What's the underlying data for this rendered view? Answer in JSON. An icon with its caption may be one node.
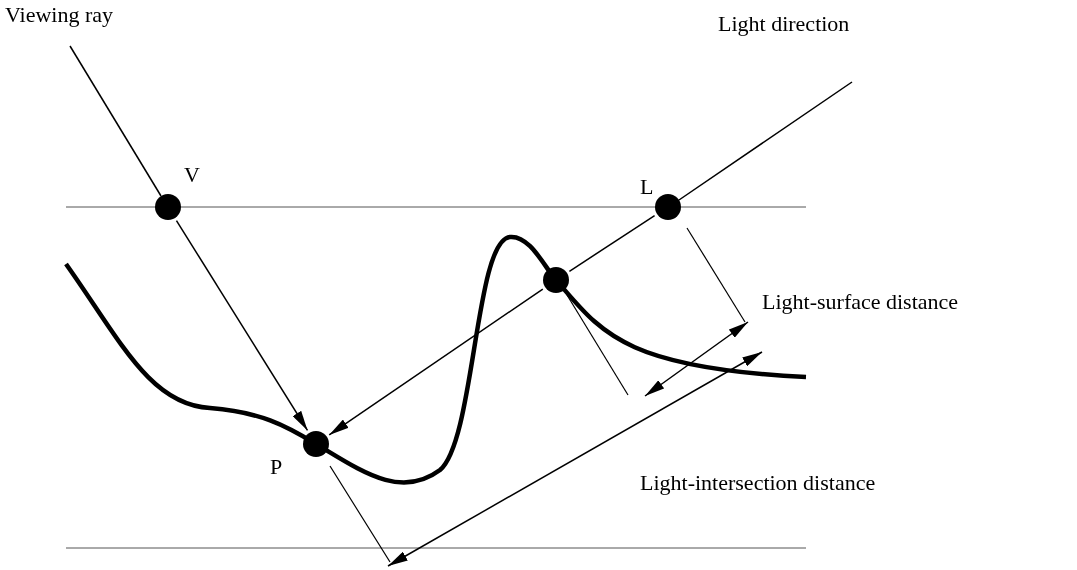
{
  "diagram": {
    "nodes": [
      {
        "text": [],
        "shape": "circle",
        "beside": [
          "V"
        ]
      },
      {
        "text": [],
        "shape": "circle",
        "beside": [
          "L"
        ]
      },
      {
        "text": [],
        "shape": "circle"
      },
      {
        "text": [],
        "shape": "circle",
        "beside": [
          "P"
        ]
      }
    ],
    "edges": [
      {
        "from": 0,
        "to": 3,
        "arrow": "to"
      },
      {
        "from": 1,
        "to": 2,
        "arrow": "none"
      },
      {
        "from": 2,
        "to": 3,
        "arrow": "to"
      }
    ],
    "labels": [
      "Viewing ray",
      "Light direction",
      "Light-surface distance",
      "Light-intersection distance"
    ]
  }
}
